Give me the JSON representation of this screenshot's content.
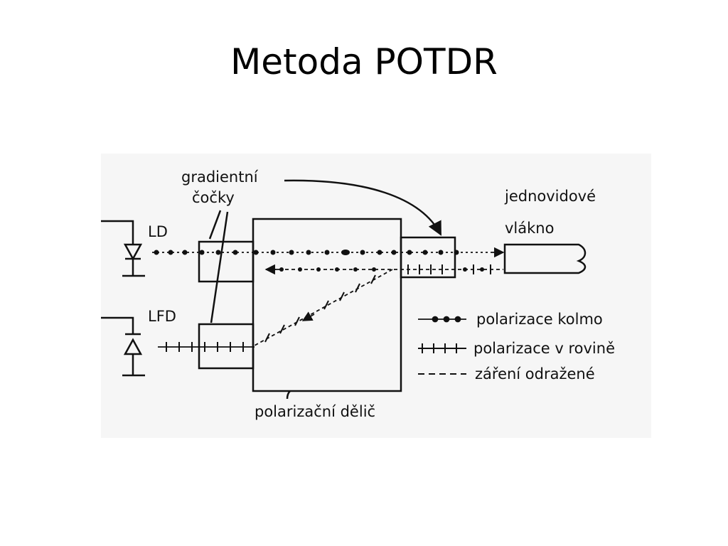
{
  "slide": {
    "title": "Metoda POTDR"
  },
  "diagram": {
    "labels": {
      "gradient_lenses_line1": "gradientní",
      "gradient_lenses_line2": "čočky",
      "ld": "LD",
      "lfd": "LFD",
      "fiber_line1": "jednovidové",
      "fiber_line2": "vlákno",
      "splitter": "polarizační dělič"
    },
    "legend": [
      {
        "label": "polarizace kolmo"
      },
      {
        "label": "polarizace v rovině"
      },
      {
        "label": "záření odražené"
      }
    ]
  }
}
